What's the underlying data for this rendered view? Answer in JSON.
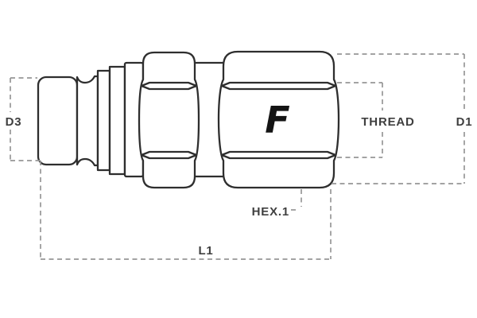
{
  "diagram": {
    "logo": "F",
    "labels": {
      "d3": "D3",
      "thread": "THREAD",
      "d1": "D1",
      "hex1": "HEX.1",
      "l1": "L1"
    },
    "colors": {
      "outline": "#2e2e2e",
      "dimension_line": "#969696",
      "label_text": "#3f3f3f",
      "logo": "#141414",
      "background": "#ffffff"
    }
  }
}
